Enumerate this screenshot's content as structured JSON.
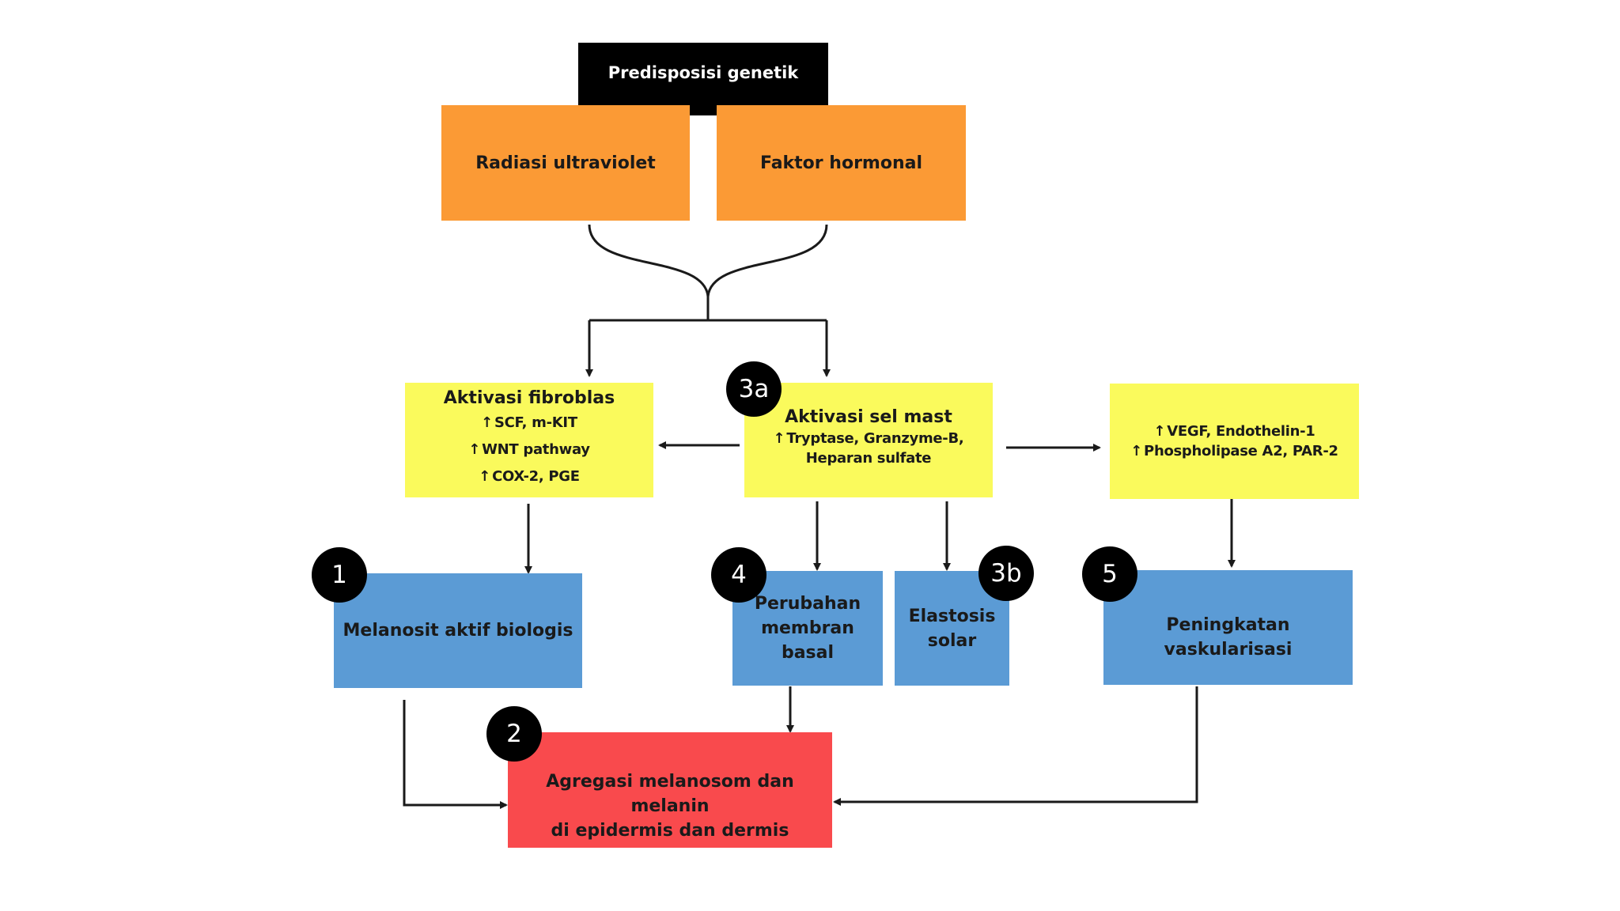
{
  "nodes": {
    "genetic": "Predisposisi genetik",
    "uv": "Radiasi ultraviolet",
    "hormonal": "Faktor hormonal",
    "fibroblast": {
      "title": "Aktivasi fibroblas",
      "lines": [
        "SCF, m-KIT",
        "WNT pathway",
        "COX-2, PGE"
      ]
    },
    "mast": {
      "title": "Aktivasi sel mast",
      "lines": [
        "Tryptase, Granzyme-B,",
        "Heparan sulfate"
      ]
    },
    "vegf": {
      "lines": [
        "VEGF, Endothelin-1",
        "Phospholipase A2, PAR-2"
      ]
    },
    "melanocyte": "Melanosit aktif biologis",
    "basement": [
      "Perubahan",
      "membran",
      "basal"
    ],
    "elastosis": [
      "Elastosis",
      "solar"
    ],
    "vascular": "Peningkatan vaskularisasi",
    "aggregation": [
      "Agregasi melanosom dan melanin",
      "di epidermis dan dermis"
    ]
  },
  "badges": {
    "b1": "1",
    "b2": "2",
    "b3a": "3a",
    "b3b": "3b",
    "b4": "4",
    "b5": "5"
  },
  "colors": {
    "black": "#000000",
    "orange": "#fb9a35",
    "yellow": "#fafa5c",
    "blue": "#5b9bd5",
    "red": "#f94a4d"
  }
}
